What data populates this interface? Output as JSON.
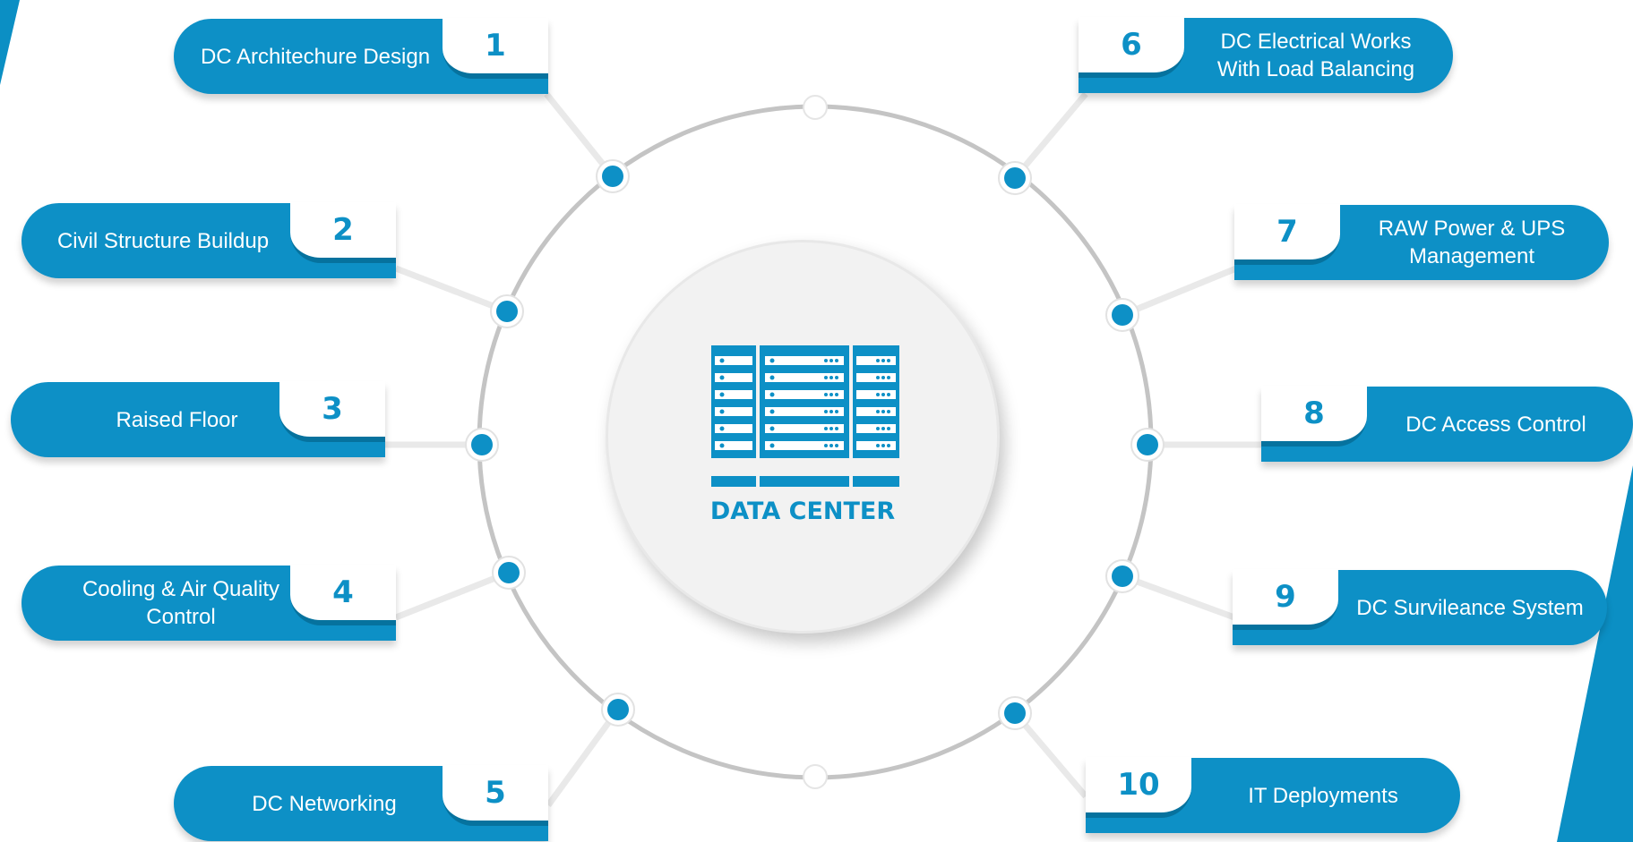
{
  "center": {
    "label": "DATA CENTER",
    "icon": "server-rack-icon"
  },
  "colors": {
    "accent": "#0d90c6",
    "accent_dark": "#06729e",
    "ring": "#c4c4c4",
    "center_bg": "#f2f2f2"
  },
  "items": [
    {
      "number": "1",
      "label": "DC Architechure Design"
    },
    {
      "number": "2",
      "label": "Civil Structure Buildup"
    },
    {
      "number": "3",
      "label": "Raised Floor"
    },
    {
      "number": "4",
      "label": "Cooling & Air Quality\nControl"
    },
    {
      "number": "5",
      "label": "DC Networking"
    },
    {
      "number": "6",
      "label": "DC Electrical Works\nWith Load Balancing"
    },
    {
      "number": "7",
      "label": "RAW Power & UPS\nManagement"
    },
    {
      "number": "8",
      "label": "DC Access Control"
    },
    {
      "number": "9",
      "label": "DC Survileance System"
    },
    {
      "number": "10",
      "label": "IT Deployments"
    }
  ]
}
